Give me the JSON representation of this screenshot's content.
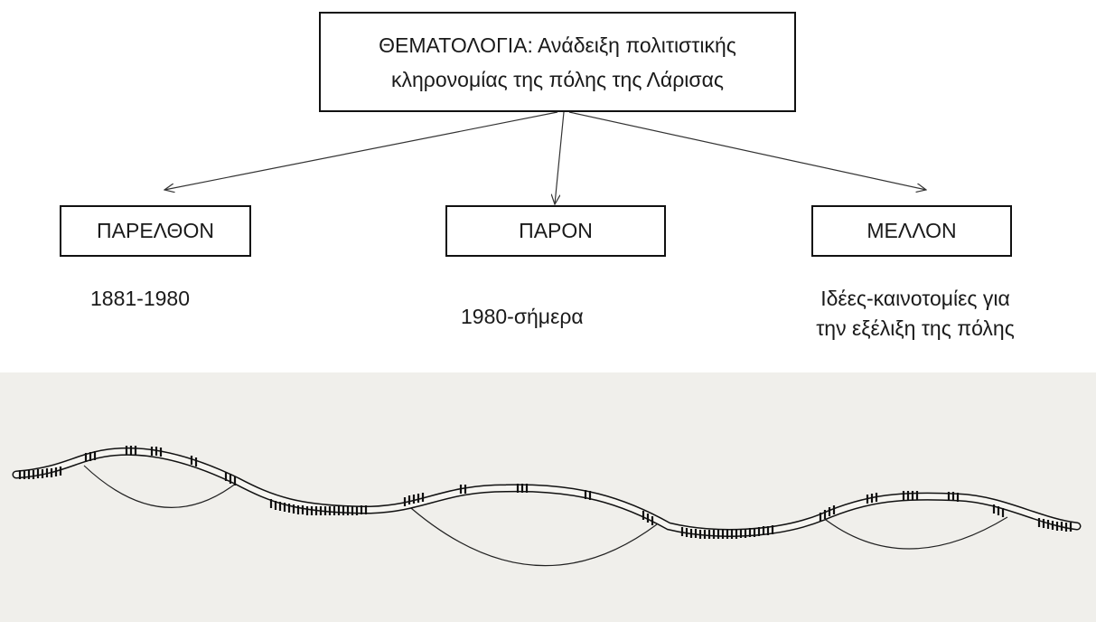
{
  "title": {
    "line1": "ΘΕΜΑΤΟΛΟΓΙΑ: Ανάδειξη πολιτιστικής",
    "line2": "κληρονομίας της πόλης της Λάρισας"
  },
  "periods": [
    {
      "heading": "ΠΑΡΕΛΘΟΝ",
      "description": [
        "1881-1980"
      ]
    },
    {
      "heading": "ΠΑΡΟΝ",
      "description": [
        "1980-σήμερα"
      ]
    },
    {
      "heading": "ΜΕΛΛΟΝ",
      "description": [
        "Ιδέες-καινοτομίες για",
        "την εξέλιξη της πόλης"
      ]
    }
  ],
  "colors": {
    "line": "#111111",
    "panel": "#f0efeb",
    "box_border": "#111111"
  }
}
